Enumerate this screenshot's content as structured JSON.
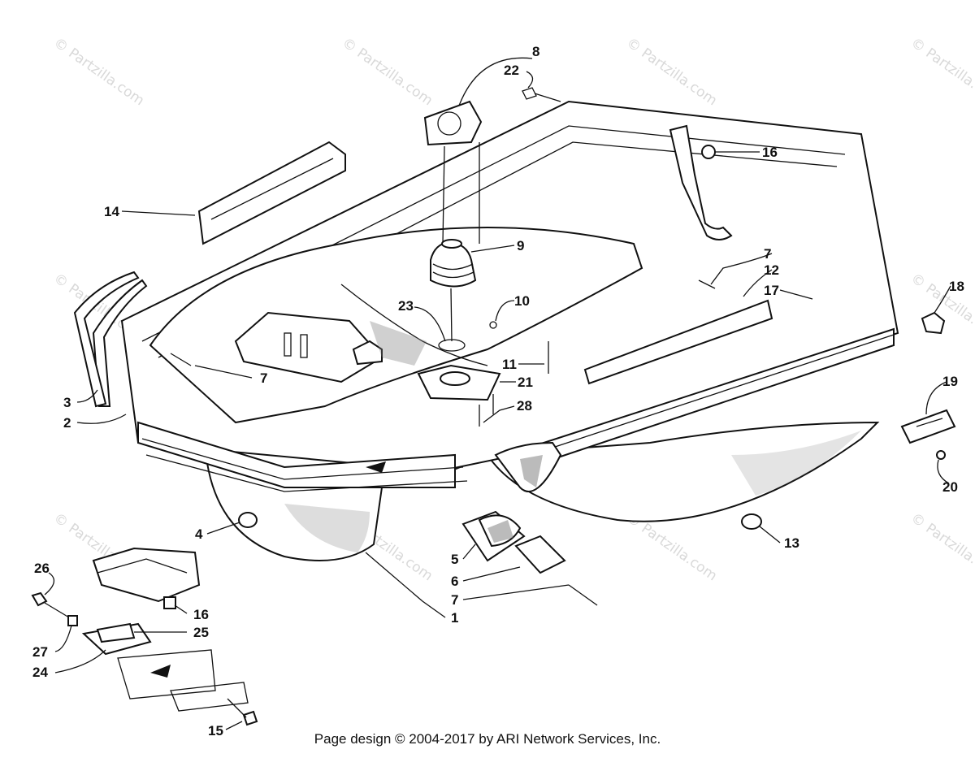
{
  "watermark_text": "© Partzilla.com",
  "footer": {
    "text": "Page design © 2004-2017 by ARI Network Services, Inc."
  },
  "callouts": {
    "c1": "1",
    "c2": "2",
    "c3": "3",
    "c4": "4",
    "c5": "5",
    "c6": "6",
    "c7a": "7",
    "c7b": "7",
    "c7c": "7",
    "c8": "8",
    "c9": "9",
    "c10": "10",
    "c11": "11",
    "c12": "12",
    "c13": "13",
    "c14": "14",
    "c15": "15",
    "c16a": "16",
    "c16b": "16",
    "c17": "17",
    "c18": "18",
    "c19": "19",
    "c20": "20",
    "c21": "21",
    "c22": "22",
    "c23": "23",
    "c24": "24",
    "c25": "25",
    "c26": "26",
    "c27": "27",
    "c28": "28"
  },
  "colors": {
    "ink": "#111111",
    "watermark": "#d9d9d9",
    "background": "#ffffff"
  }
}
